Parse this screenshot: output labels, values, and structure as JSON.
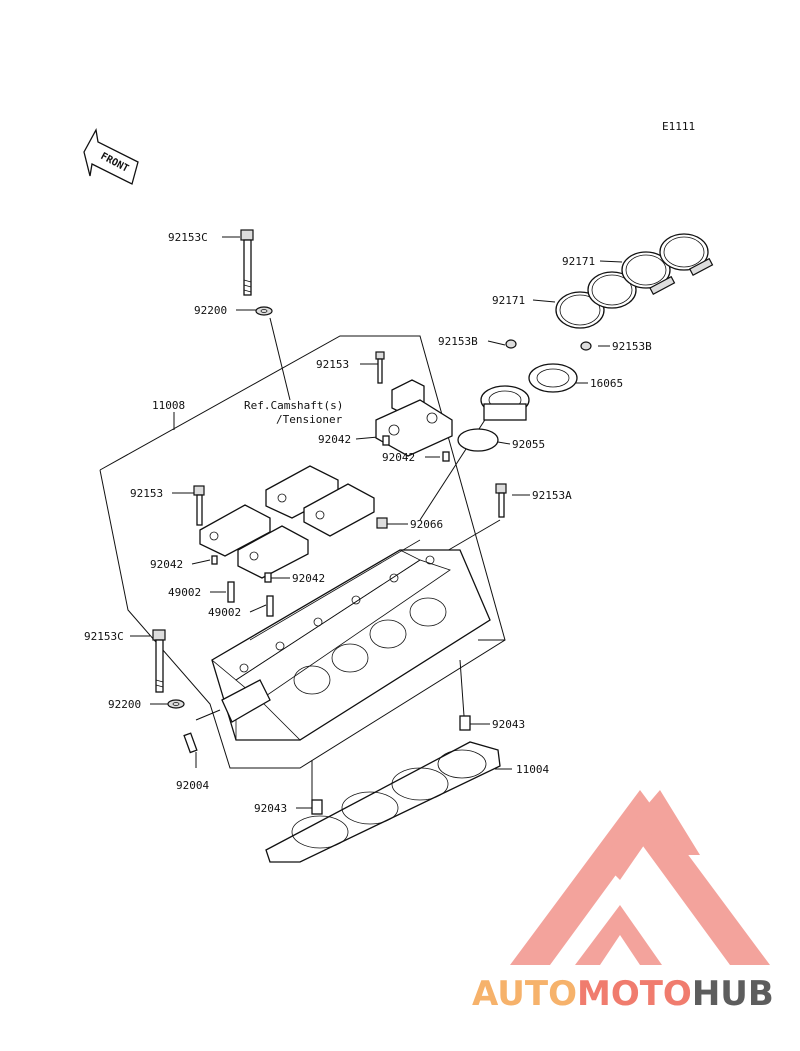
{
  "diagram_code": "E1111",
  "front_label": "FRONT",
  "reference_note": [
    "Ref.Camshaft(s)",
    "/Tensioner"
  ],
  "callouts": {
    "c1": "92153C",
    "c2": "92200",
    "c3": "11008",
    "c4": "92153",
    "c5": "92153B",
    "c6": "92042",
    "c7": "92042",
    "c8": "92171",
    "c9": "92171",
    "c10": "92153B",
    "c11": "16065",
    "c12": "92055",
    "c13": "92153",
    "c14": "92153A",
    "c15": "92066",
    "c16": "92042",
    "c17": "92042",
    "c18": "49002",
    "c19": "49002",
    "c20": "92153C",
    "c21": "92200",
    "c22": "92043",
    "c23": "11004",
    "c24": "92004",
    "c25": "92043"
  },
  "watermark": {
    "part1": "AUTO",
    "part2": "MOTO",
    "part3": "HUB"
  },
  "colors": {
    "watermark_orange": "#f6b26b",
    "watermark_red": "#f07c6e",
    "watermark_gray": "#5d5d5d",
    "watermark_triangle": "#f29a92"
  }
}
